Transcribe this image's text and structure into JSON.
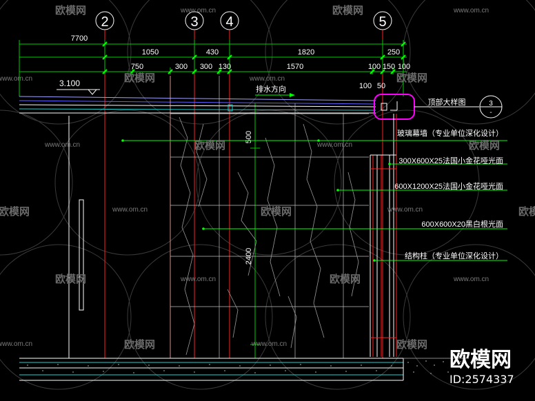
{
  "axes": [
    "2",
    "3",
    "4",
    "5"
  ],
  "dims": {
    "total": "7700",
    "row2": [
      "1050",
      "430",
      "1820",
      "250"
    ],
    "row3": [
      "750",
      "300",
      "300",
      "130",
      "1570",
      "100",
      "150",
      "100"
    ],
    "row4": [
      "100",
      "50"
    ],
    "vertical": [
      "500",
      "2400"
    ]
  },
  "level": "3.100",
  "drain_label": "排水方向",
  "callout": {
    "label": "顶部大样图",
    "num": "3",
    "sub": "-"
  },
  "annotations": [
    "玻璃幕墙（专业单位深化设计）",
    "300X600X25法国小金花哑光面",
    "600X1200X25法国小金花哑光面",
    "600X600X20黑白根光面",
    "结构柱（专业单位深化设计）"
  ],
  "watermark": {
    "url": "www.om.cn",
    "brand": "欧模网",
    "id": "ID:2574337"
  },
  "colors": {
    "bg": "#000000",
    "green": "#00ff00",
    "red": "#ff2020",
    "white": "#ffffff",
    "magenta": "#ff00ff",
    "cyan": "#20d0d0",
    "blue": "#6060ff"
  }
}
